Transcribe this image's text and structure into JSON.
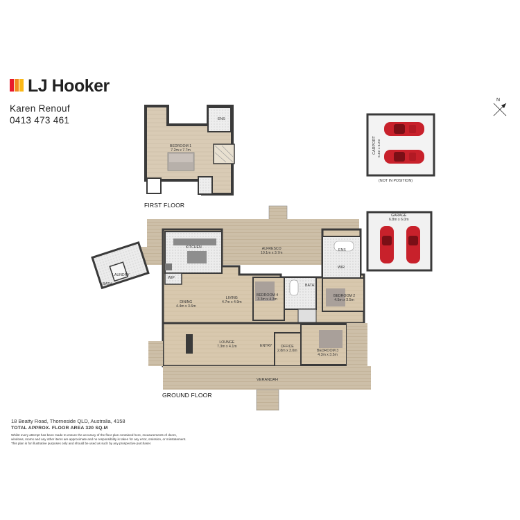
{
  "brand": {
    "name": "LJ Hooker",
    "colors": [
      "#e8192c",
      "#f18a1f",
      "#fbb817",
      "#e4002b"
    ]
  },
  "agent": {
    "name": "Karen Renouf",
    "phone": "0413 473 461"
  },
  "compass": {
    "label": "N",
    "icon": "compass-icon"
  },
  "first_floor": {
    "title": "FIRST FLOOR",
    "rooms": {
      "bedroom1": {
        "name": "BEDROOM 1",
        "size": "7.2m x 7.7m"
      },
      "ens": {
        "name": "ENS"
      }
    }
  },
  "carport": {
    "name": "CARPORT",
    "size": "6.4m x 6.2m",
    "note": "(NOT IN POSITION)"
  },
  "ground_floor": {
    "title": "GROUND FLOOR",
    "rooms": {
      "alfresco": {
        "name": "ALFRESCO",
        "size": "10.1m x 3.7m"
      },
      "kitchen": {
        "name": "KITCHEN"
      },
      "laundry": {
        "name": "LAUNDRY"
      },
      "bath_laundry": {
        "name": "BATH"
      },
      "wip": {
        "name": "WIP"
      },
      "dining": {
        "name": "DINING",
        "size": "4.4m x 3.6m"
      },
      "living": {
        "name": "LIVING",
        "size": "4.7m x 4.9m"
      },
      "bedroom4": {
        "name": "BEDROOM 4",
        "size": "3.3m x 4.3m"
      },
      "bath": {
        "name": "BATH"
      },
      "ens": {
        "name": "ENS"
      },
      "wir": {
        "name": "WIR"
      },
      "bedroom2": {
        "name": "BEDROOM 2",
        "size": "4.5m x 3.5m"
      },
      "garage": {
        "name": "GARAGE",
        "size": "6.8m x 6.0m"
      },
      "lounge": {
        "name": "LOUNGE",
        "size": "7.3m x 4.1m"
      },
      "entry": {
        "name": "ENTRY"
      },
      "office": {
        "name": "OFFICE",
        "size": "2.8m x 3.0m"
      },
      "bedroom3": {
        "name": "BEDROOM 3",
        "size": "4.3m x 3.5m"
      },
      "verandah": {
        "name": "VERANDAH"
      }
    }
  },
  "footer": {
    "address": "18 Beatty Road, Thorneside QLD, Australia, 4158",
    "area": "TOTAL APPROX. FLOOR AREA 320 SQ.M",
    "disclaimer1": "Whilst every attempt has been made to ensure the accuracy of the floor plan contained here, measurements of doors,",
    "disclaimer2": "windows, rooms and any other items are approximate and no responsibility is taken for any error, omission, or misstatement.",
    "disclaimer3": "This plan is for illustrative purposes only and should be used as such by any prospective purchaser."
  }
}
